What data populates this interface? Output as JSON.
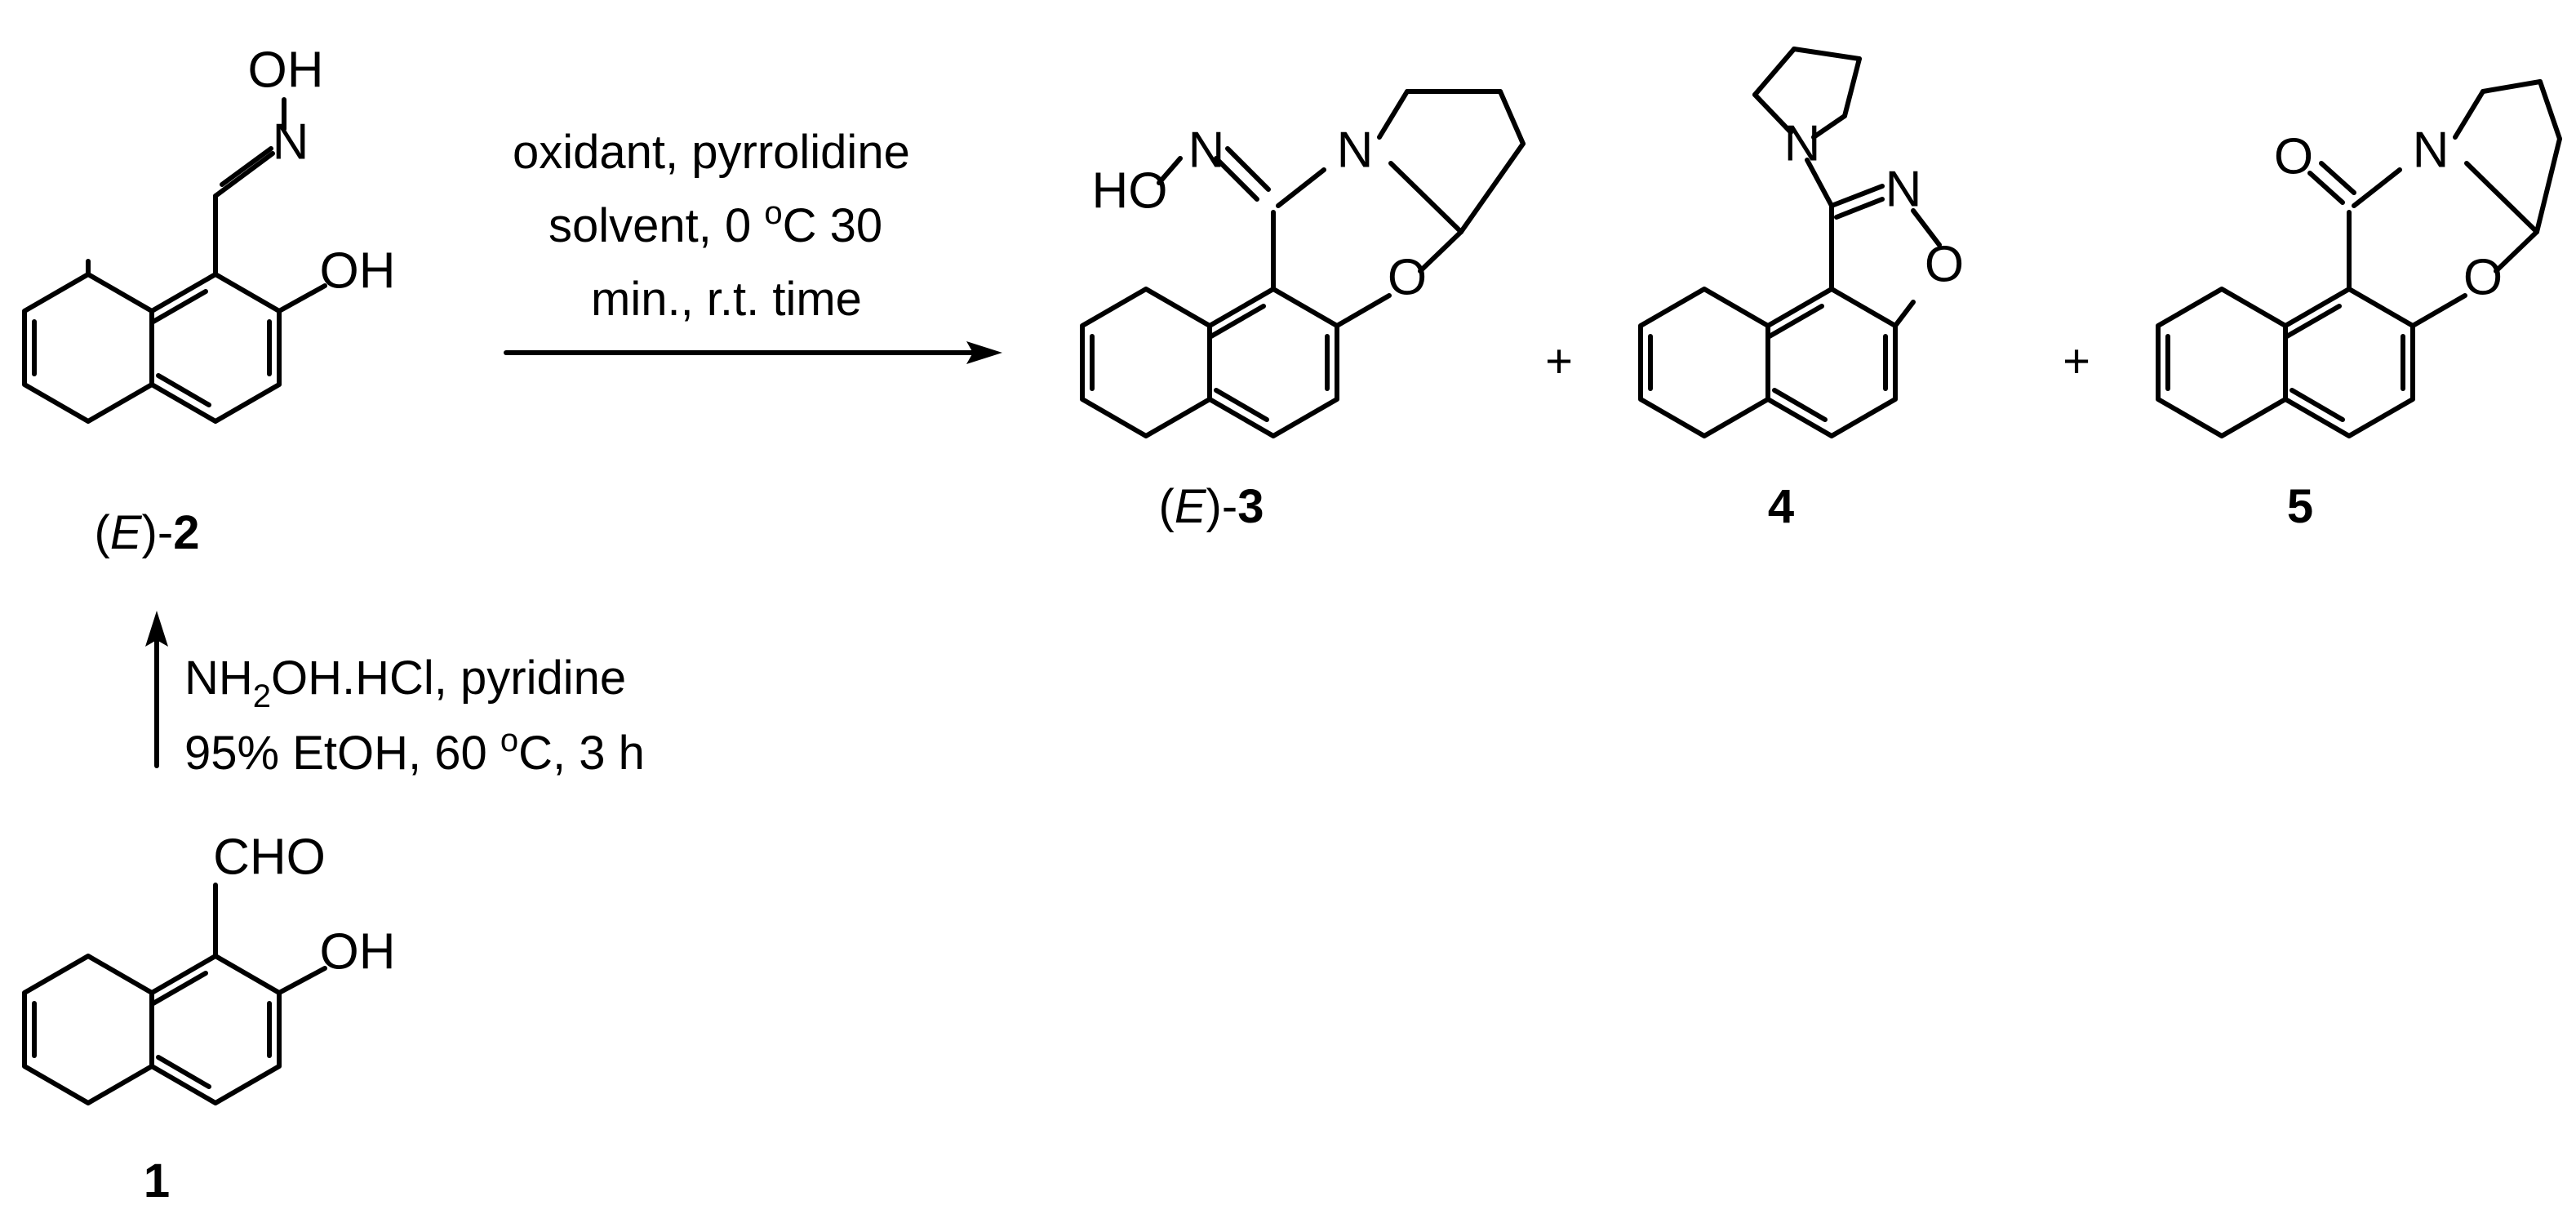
{
  "reaction_conditions": {
    "main_line1": "oxidant, pyrrolidine",
    "main_line2": "solvent, 0 ",
    "main_line2_sup": "o",
    "main_line2_end": "C 30",
    "main_line3": "min., r.t. time",
    "oxime_line1_a": "NH",
    "oxime_line1_sub": "2",
    "oxime_line1_b": "OH.HCl, pyridine",
    "oxime_line2_a": "95% EtOH, 60 ",
    "oxime_line2_sup": "o",
    "oxime_line2_b": "C, 3 h"
  },
  "plus_signs": [
    "+",
    "+"
  ],
  "compounds": [
    {
      "id": "E-2",
      "label_prefix": "(",
      "label_italic": "E",
      "label_mid": ")-",
      "label_bold": "2",
      "atoms": {
        "oxime_OH": "OH",
        "oxime_N": "N",
        "ring_OH": "OH"
      }
    },
    {
      "id": "E-3",
      "label_prefix": "(",
      "label_italic": "E",
      "label_mid": ")-",
      "label_bold": "3",
      "atoms": {
        "HO": "HO",
        "N_oxime": "N",
        "N_ring": "N",
        "O_ring": "O"
      }
    },
    {
      "id": "4",
      "label_bold": "4",
      "atoms": {
        "N_pyr": "N",
        "N_isox": "N",
        "O_isox": "O"
      }
    },
    {
      "id": "5",
      "label_bold": "5",
      "atoms": {
        "O_carbonyl": "O",
        "N_ring": "N",
        "O_ring": "O"
      }
    },
    {
      "id": "1",
      "label_bold": "1",
      "atoms": {
        "CHO": "CHO",
        "OH": "OH"
      }
    }
  ]
}
